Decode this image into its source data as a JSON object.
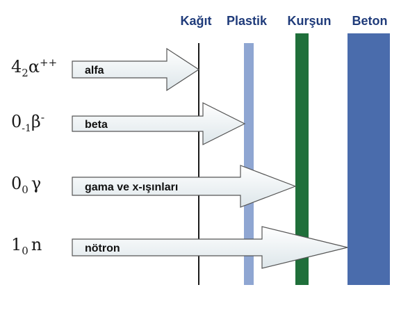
{
  "colors": {
    "header_text": "#1f3b7a",
    "paper_line": "#1a1a1a",
    "plastic": "#8fa6d2",
    "lead": "#1f6f3a",
    "concrete": "#4a6cac",
    "arrow_fill_start": "#ffffff",
    "arrow_fill_end": "#dde6ea",
    "arrow_stroke": "#555555"
  },
  "barriers": [
    {
      "label": "Kağıt",
      "material": "paper"
    },
    {
      "label": "Plastik",
      "material": "plastic"
    },
    {
      "label": "Kurşun",
      "material": "lead"
    },
    {
      "label": "Beton",
      "material": "concrete"
    }
  ],
  "radiations": [
    {
      "mass": "4",
      "charge_num": "2",
      "symbol": "α",
      "sup": "++",
      "label": "alfa",
      "stops_at": "paper"
    },
    {
      "mass": "0",
      "charge_num": "-1",
      "symbol": "β",
      "sup": "-",
      "label": "beta",
      "stops_at": "plastic"
    },
    {
      "mass": "0",
      "charge_num": "0",
      "symbol": "γ",
      "sup": "",
      "label": "gama ve x-ışınları",
      "stops_at": "lead"
    },
    {
      "mass": "1",
      "charge_num": "0",
      "symbol": "n",
      "sup": "",
      "label": "nötron",
      "stops_at": "concrete"
    }
  ]
}
